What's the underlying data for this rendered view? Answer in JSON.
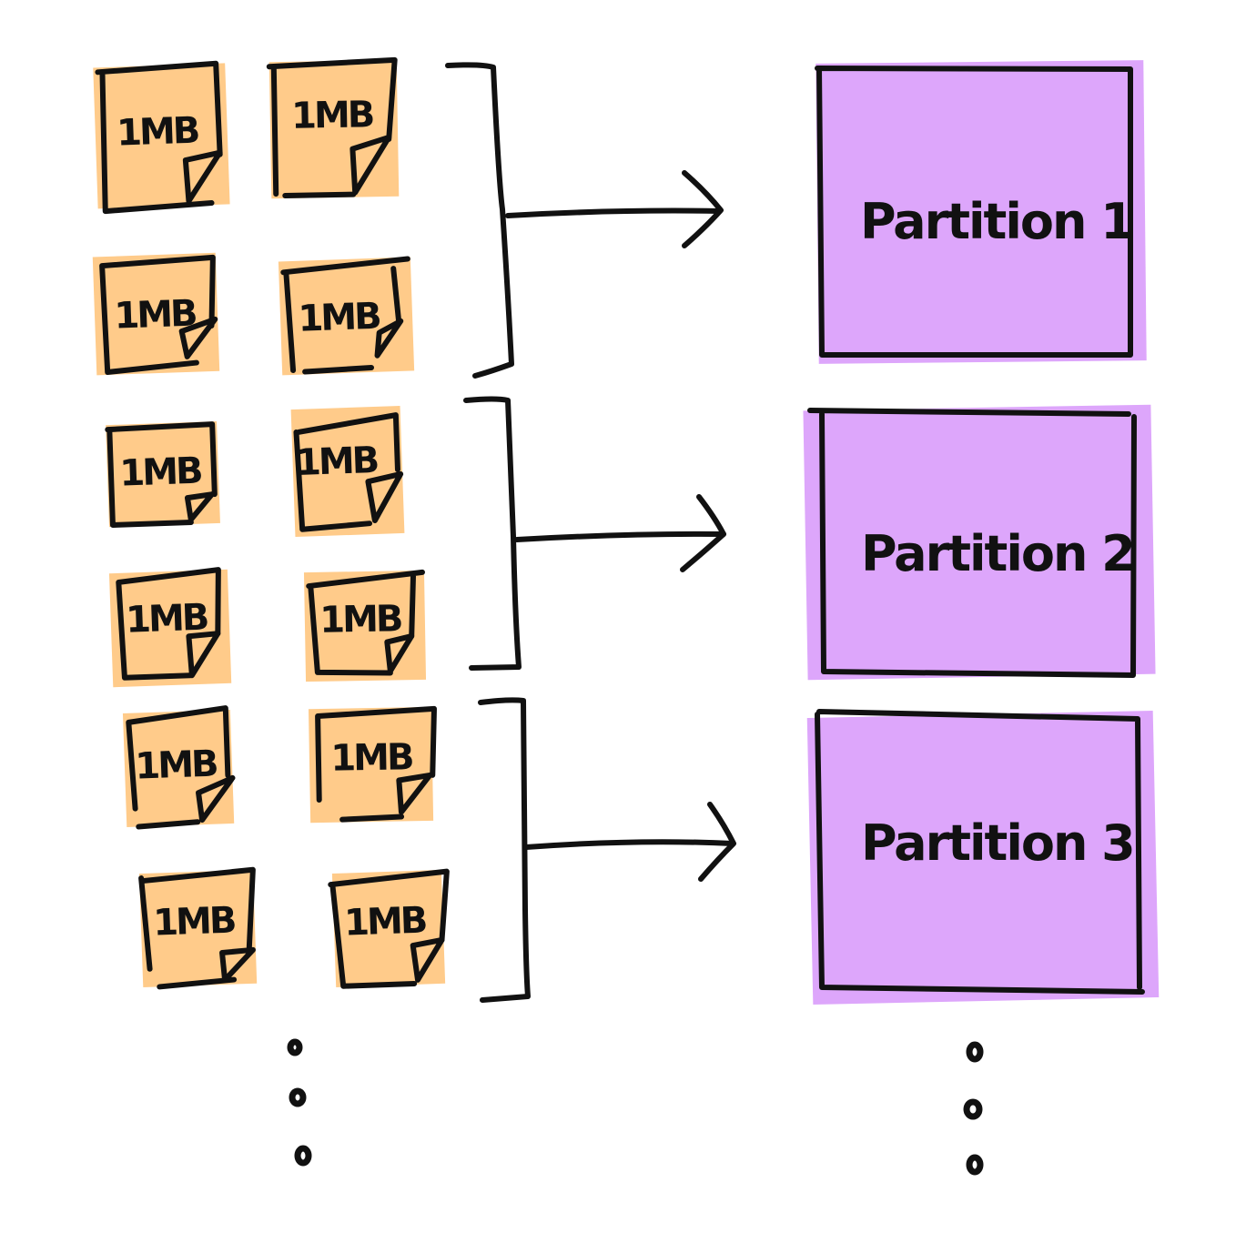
{
  "colors": {
    "file_fill": "#FFCB8A",
    "partition_fill": "#DDA6FB",
    "ink": "#111111",
    "background": "#FFFFFF"
  },
  "files": [
    {
      "label": "1MB"
    },
    {
      "label": "1MB"
    },
    {
      "label": "1MB"
    },
    {
      "label": "1MB"
    },
    {
      "label": "1MB"
    },
    {
      "label": "1MB"
    },
    {
      "label": "1MB"
    },
    {
      "label": "1MB"
    },
    {
      "label": "1MB"
    },
    {
      "label": "1MB"
    },
    {
      "label": "1MB"
    },
    {
      "label": "1MB"
    }
  ],
  "partitions": [
    {
      "label": "Partition 1"
    },
    {
      "label": "Partition 2"
    },
    {
      "label": "Partition 3"
    }
  ],
  "groups": [
    {
      "files_per_group": 4,
      "target_partition": "Partition 1"
    },
    {
      "files_per_group": 4,
      "target_partition": "Partition 2"
    },
    {
      "files_per_group": 4,
      "target_partition": "Partition 3"
    }
  ],
  "continuation": {
    "files_continue": true,
    "partitions_continue": true
  }
}
